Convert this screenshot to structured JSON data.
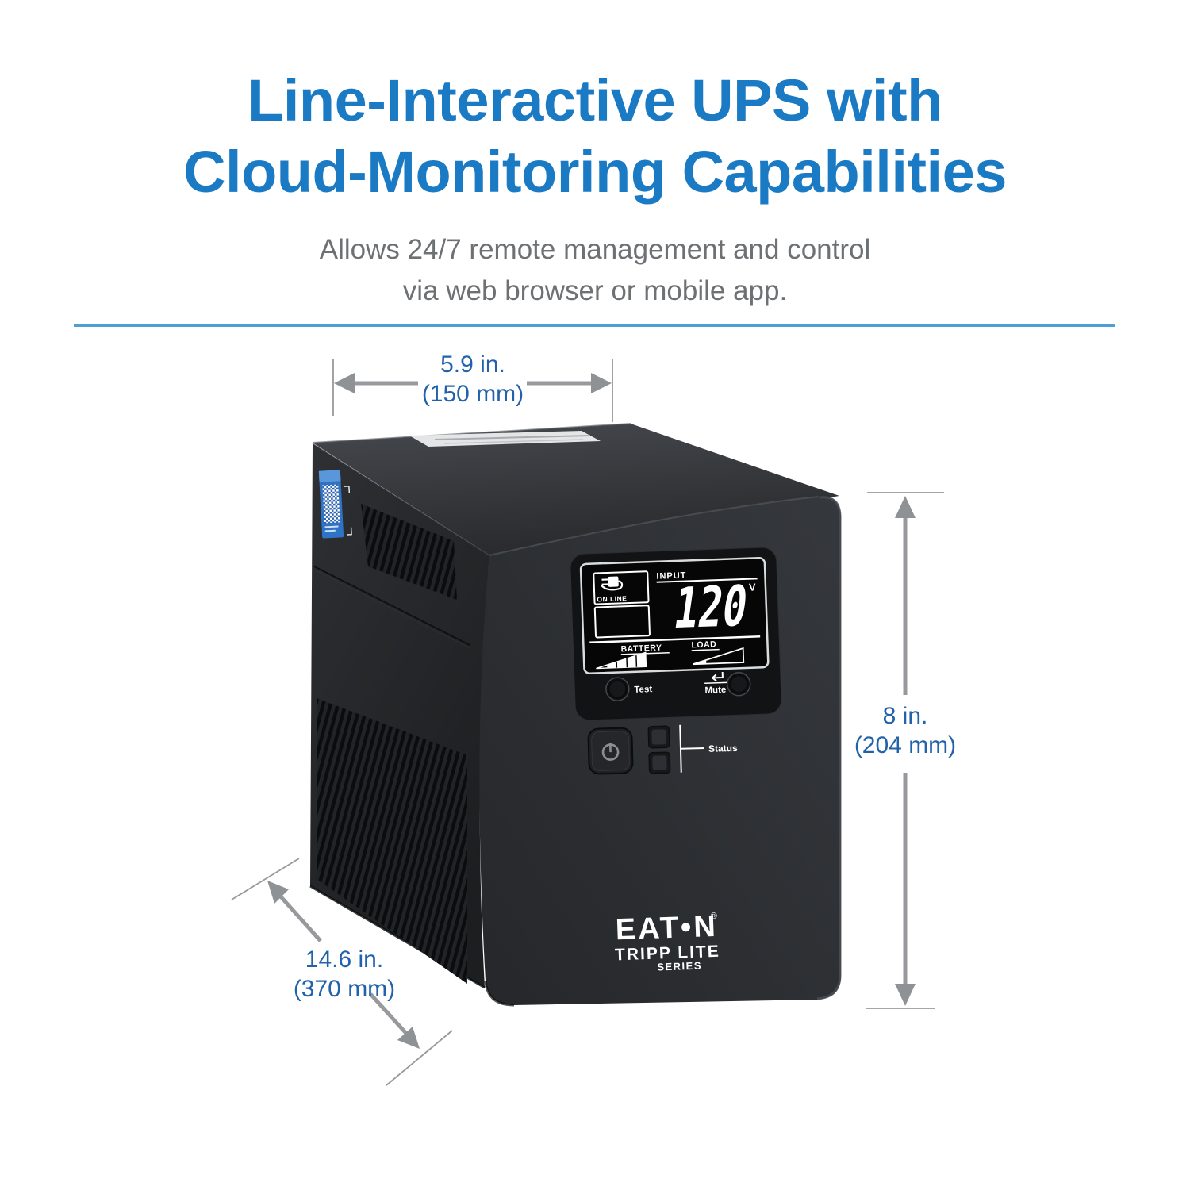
{
  "header": {
    "title_line1": "Line-Interactive UPS with",
    "title_line2": "Cloud-Monitoring Capabilities",
    "subtitle_line1": "Allows 24/7 remote management and control",
    "subtitle_line2": "via web browser or mobile app.",
    "title_color": "#1b7ac4",
    "subtitle_color": "#6e7174",
    "divider_color": "#4d9fd6"
  },
  "dimensions": {
    "width": {
      "inches": "5.9 in.",
      "metric": "(150 mm)"
    },
    "height": {
      "inches": "8 in.",
      "metric": "(204 mm)"
    },
    "depth": {
      "inches": "14.6 in.",
      "metric": "(370 mm)"
    },
    "label_color": "#2262aa",
    "arrow_color": "#97999c"
  },
  "device": {
    "lcd": {
      "online_label": "ON LINE",
      "input_label": "INPUT",
      "input_value": "120",
      "input_unit": "V",
      "battery_label": "BATTERY",
      "battery_level": "4/5",
      "load_label": "LOAD",
      "load_level": "1/5"
    },
    "controls": {
      "test_label": "Test",
      "mute_label": "Mute",
      "status_label": "Status"
    },
    "branding": {
      "logo_text": "EAT•N",
      "registered_mark": "®",
      "series_line1": "TRIPP LITE",
      "series_line2": "SERIES"
    },
    "body_color": "#2b2d30"
  }
}
